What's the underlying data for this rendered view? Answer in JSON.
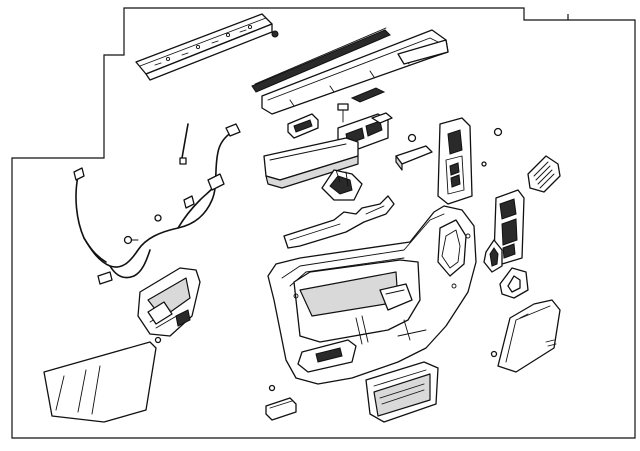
{
  "diagram": {
    "labels": [],
    "parts": [
      "upper-trim-rail",
      "window-sealing-strip",
      "trim-molding",
      "wiring-harness",
      "inner-door-handle",
      "armrest",
      "armrest-bezel",
      "pull-handle",
      "switch-panel",
      "window-switch",
      "speaker-grille",
      "speaker-bezel",
      "vapor-barrier",
      "door-trim-panel",
      "glass-panel",
      "storage-pocket",
      "reflector-lamp",
      "mirror-sail-panel",
      "fasteners"
    ],
    "colors": {
      "line": "#111111",
      "fill": "#ffffff",
      "shade": "#d9d9d9"
    }
  }
}
